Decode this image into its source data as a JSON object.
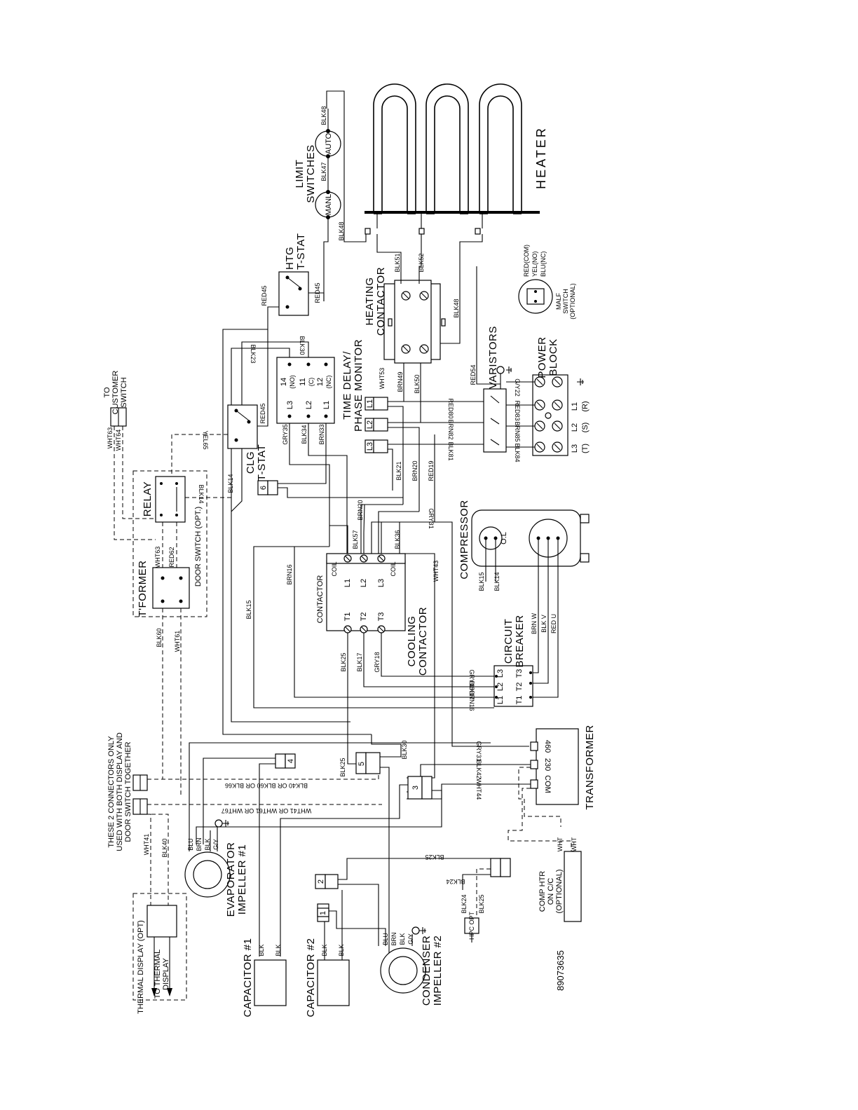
{
  "labels": {
    "heater": "HEATER",
    "limit_switches_1": "LIMIT",
    "limit_switches_2": "SWITCHES",
    "auto": "AUTO",
    "manl": "MANL",
    "htg_1": "HTG",
    "htg_2": "T-STAT",
    "heating_1": "HEATING",
    "heating_2": "CONTACTOR",
    "malf_1": "MALF",
    "malf_2": "SWITCH",
    "malf_3": "(OPTIONAL)",
    "malf_com": "RED(COM)",
    "malf_no": "YEL(NO)",
    "malf_nc": "BLU(NC)",
    "varistors": "VARISTORS",
    "power_1": "POWER",
    "power_2": "BLOCK",
    "pb_l1": "L1",
    "pb_l1s": "(R)",
    "pb_l2": "L2",
    "pb_l2s": "(S)",
    "pb_l3": "L3",
    "pb_l3s": "(T)",
    "tdpm_1": "TIME DELAY/",
    "tdpm_2": "PHASE MONITOR",
    "tdpm_14": "14",
    "tdpm_no": "(NO)",
    "tdpm_11": "11",
    "tdpm_c": "(C)",
    "tdpm_12": "12",
    "tdpm_nc": "(NC)",
    "tdpm_L3": "L3",
    "tdpm_L2": "L2",
    "tdpm_L1": "L1",
    "clg_1": "CLG",
    "clg_2": "T-STAT",
    "customer_1": "TO",
    "customer_2": "CUSTOMER",
    "customer_3": "SWITCH",
    "relay": "RELAY",
    "tformer": "T'FORMER",
    "door_switch": "DOOR SWITCH (OPT.)",
    "compressor": "COMPRESSOR",
    "ol": "O.L",
    "contactor": "CONTACTOR",
    "cooling_1": "COOLING",
    "cooling_2": "CONTACTOR",
    "coil": "COIL",
    "c_L1": "L1",
    "c_L2": "L2",
    "c_L3": "L3",
    "c_T1": "T1",
    "c_T2": "T2",
    "c_T3": "T3",
    "circuit_1": "CIRCUIT",
    "circuit_2": "BREAKER",
    "cb_L1": "L1",
    "cb_L2": "L2",
    "cb_L3": "L3",
    "cb_T1": "T1",
    "cb_T2": "T2",
    "cb_T3": "T3",
    "transformer": "TRANSFORMER",
    "t460": "460",
    "t230": "230",
    "tcom": "COM",
    "these_1": "THESE 2 CONNECTORS ONLY",
    "these_2": "USED WITH BOTH DISPLAY AND",
    "these_3": "DOOR SWITCH TOGETHER",
    "evap_1": "EVAPORATOR",
    "evap_2": "IMPELLER #1",
    "cond_1": "CONDENSER",
    "cond_2": "IMPELLER #2",
    "cap1": "CAPACITOR #1",
    "cap2": "CAPACITOR #2",
    "thermal": "THERMAL DISPLAY (OPT)",
    "to_thermal_1": "TO THERMAL",
    "to_thermal_2": "DISPLAY",
    "comp_htr_1": "COMP HTR",
    "comp_htr_2": "ON C/C",
    "comp_htr_3": "(OPTIONAL)",
    "hpc_opt": "HPC OPT",
    "part_no": "89073635",
    "conn_1": "1",
    "conn_2": "2",
    "conn_3": "3",
    "conn_4": "4",
    "conn_5": "5",
    "conn_6": "6"
  },
  "wires": {
    "blk48a": "BLK48",
    "blk47": "BLK47",
    "blk48b": "BLK48",
    "blk48c": "BLK48",
    "blk51": "BLK51",
    "blk52": "BLK52",
    "red45a": "RED45",
    "red45b": "RED45",
    "red45c": "RED45",
    "blk23": "BLK23",
    "blk30a": "BLK30",
    "blk30b": "BLK30",
    "wht53": "WHT53",
    "brn49": "BRN49",
    "blk50": "BLK50",
    "red54": "RED54",
    "red80": "RED80",
    "brn82": "BRN82",
    "blk81": "BLK81",
    "red83": "RED83",
    "brn85": "BRN85",
    "blk84": "BLK84",
    "gy22": "G/Y22",
    "gry35": "GRY35",
    "blk34": "BLK34",
    "brn33": "BRN33",
    "blk21": "BLK21",
    "brn20a": "BRN20",
    "red19": "RED19",
    "yel65": "YEL65",
    "blk14a": "BLK14",
    "blk14b": "BLK14",
    "blk14c": "BLK14",
    "wht63": "WHT63",
    "wht64": "WHT64",
    "wht63b": "WHT63",
    "red62": "RED62",
    "blk60": "BLK60",
    "wht61": "WHT61",
    "brn20b": "BRN20",
    "blk57": "BLK57",
    "blk36": "BLK36",
    "gry31a": "GRY31",
    "brn16a": "BRN16",
    "blk15a": "BLK15",
    "blk15b": "BLK15",
    "wht43": "WHT43",
    "blk25a": "BLK25",
    "blk17a": "BLK17",
    "gry18a": "GRY18",
    "brnw": "BRN W",
    "blkv": "BLK V",
    "redu": "RED U",
    "gry18b": "GRY18",
    "blk17b": "BLK17",
    "brn16b": "BRN16",
    "gry31b": "GRY31",
    "blk42": "BLK42",
    "wht44": "WHT44",
    "blk25b": "BLK25",
    "blk40_60_66": "BLK40 OR BLK60 OR BLK66",
    "wht41_61_67": "WHT41 OR WHT61 OR WHT67",
    "wht41": "WHT41",
    "blk40": "BLK40",
    "blu": "BLU",
    "brn": "BRN",
    "blk": "BLK",
    "gy": "G/Y",
    "blk25c": "BLK25",
    "blk24a": "BLK24",
    "blk24b": "BLK24",
    "blk25d": "BLK25",
    "wht_a": "WHT",
    "wht_b": "WHT"
  }
}
